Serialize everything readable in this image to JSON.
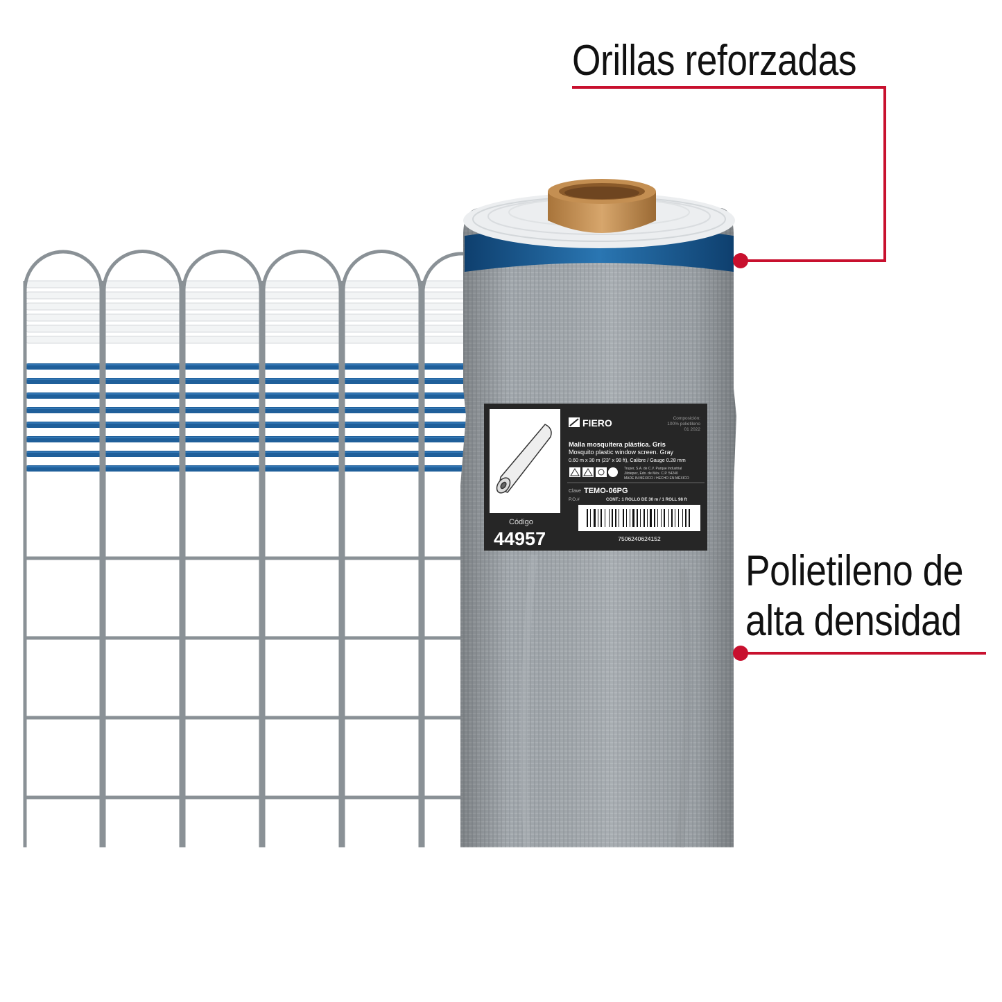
{
  "callouts": {
    "reinforced_edges": "Orillas reforzadas",
    "material_line1": "Polietileno de",
    "material_line2": "alta densidad"
  },
  "label": {
    "brand": "FIERO",
    "composition_line1": "Composición:",
    "composition_line2": "100% polietileno",
    "composition_line3": "01 2022",
    "title_es": "Malla mosquitera plástica. Gris",
    "title_en": "Mosquito plastic window screen. Gray",
    "dimensions": "0.60 m x 30 m (23\" x 98 ft), Calibre / Gauge 0.28 mm",
    "company_line1": "Truper, S.A. de C.V. Parque Industrial",
    "company_line2": "Jilotepec, Edo. de Méx. C.P. 54240",
    "company_line3": "MADE IN MÉXICO / HECHO EN MÉXICO",
    "code_caption": "Código",
    "code": "44957",
    "clave_caption": "Clave",
    "clave": "TEMO-06PG",
    "po": "P.O.#",
    "content": "CONT.: 1 ROLLO DE 30 m / 1 ROLL 98 ft",
    "barcode_number": "7506240624152"
  },
  "colors": {
    "callout_line": "#c8102e",
    "grid_wire": "#8a9196",
    "blue_strand": "#1f5f9a",
    "white_strand": "#f2f4f5",
    "roll_gray": "#9aa0a6",
    "roll_band": "#1f6aa5",
    "core": "#c9965a",
    "label_bg": "#2b2b2b"
  }
}
